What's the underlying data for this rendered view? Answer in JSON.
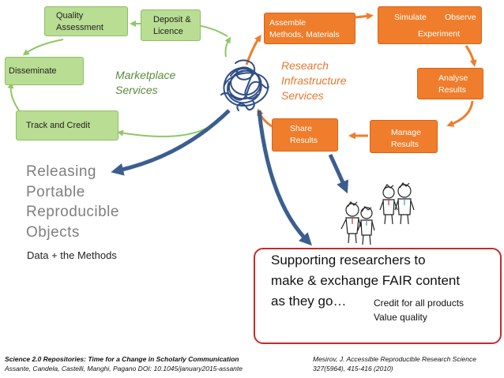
{
  "green_boxes": {
    "quality": [
      "Quality",
      "Assessment"
    ],
    "deposit": [
      "Deposit &",
      "Licence"
    ],
    "disseminate": "Disseminate",
    "track": "Track and Credit"
  },
  "marketplace": [
    "Marketplace",
    "Services"
  ],
  "research_infrastructure": [
    "Research",
    "Infrastructure",
    "Services"
  ],
  "orange_boxes": {
    "assemble": [
      "Assemble",
      "Methods, Materials"
    ],
    "simulate": "Simulate",
    "observe": "Observe",
    "experiment": "Experiment",
    "analyse": [
      "Analyse",
      "Results"
    ],
    "manage": [
      "Manage",
      "Results"
    ],
    "share": [
      "Share",
      "Results"
    ]
  },
  "releasing": [
    "Releasing",
    "Portable",
    "Reproducible",
    "Objects"
  ],
  "data_methods": "Data + the Methods",
  "callout": {
    "line1": "Supporting researchers to",
    "line2": "make & exchange FAIR content",
    "line3": "as they go…",
    "credit": "Credit for all products",
    "value": "Value quality"
  },
  "citation_left": {
    "title": "Science 2.0 Repositories: Time for a Change in Scholarly Communication",
    "authors": "Assante, Candela, Castelli, Manghi, Pagano DOI: 10.1045/january2015-assante"
  },
  "citation_right": {
    "line1": "Mesirov, J. Accessible Reproducible Research Science",
    "line2": "327(5964), 415-416 (2010)"
  },
  "colors": {
    "green_fill": "#b9dd92",
    "green_arrow": "#8ec765",
    "orange_fill": "#ef7d2b",
    "blue_arrow": "#3b5e8f",
    "callout_border": "#c42b2b"
  }
}
